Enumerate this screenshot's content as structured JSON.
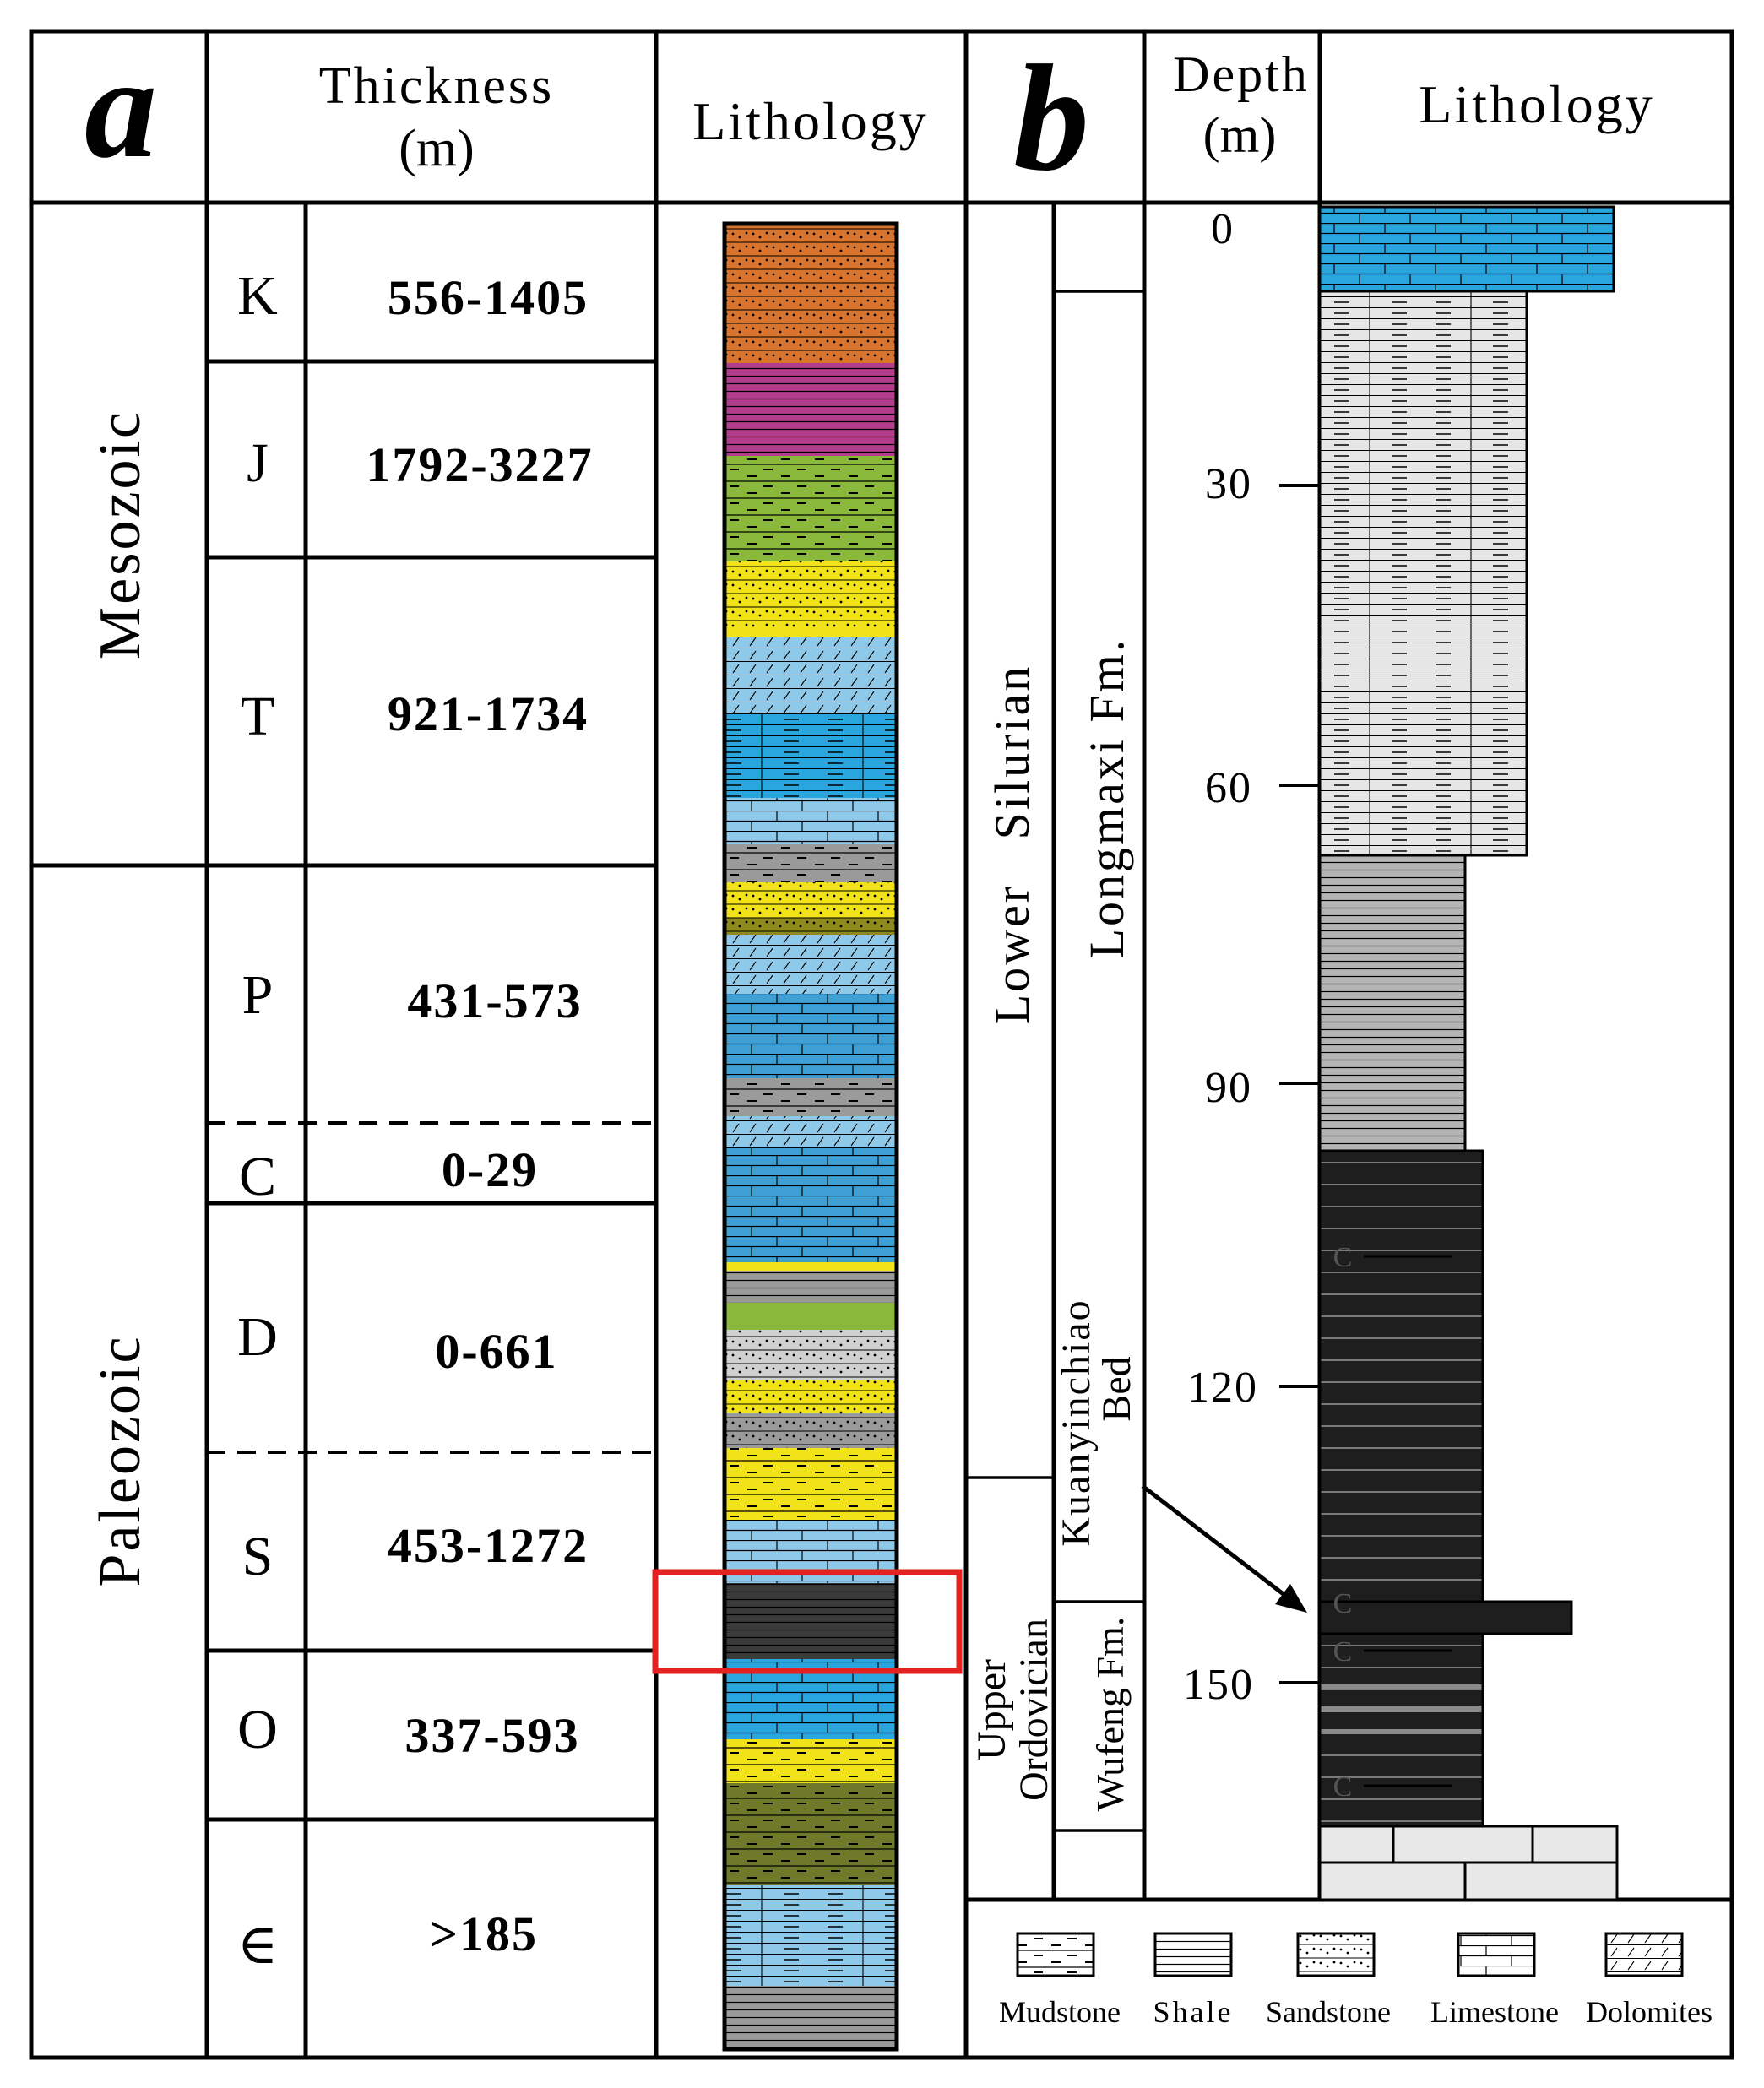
{
  "panel_a": {
    "letter": "a",
    "header_thickness_line1": "Thickness",
    "header_thickness_line2": "(m)",
    "header_lithology": "Lithology",
    "eras": [
      {
        "key": "mesozoic",
        "label": "Mesozoic"
      },
      {
        "key": "paleozoic",
        "label": "Paleozoic"
      }
    ],
    "periods": [
      {
        "code": "K",
        "thickness": "556-1405"
      },
      {
        "code": "J",
        "thickness": "1792-3227"
      },
      {
        "code": "T",
        "thickness": "921-1734"
      },
      {
        "code": "P",
        "thickness": "431-573"
      },
      {
        "code": "C",
        "thickness": "0-29"
      },
      {
        "code": "D",
        "thickness": "0-661"
      },
      {
        "code": "S",
        "thickness": "453-1272"
      },
      {
        "code": "O",
        "thickness": "337-593"
      },
      {
        "code": "∈",
        "thickness": ">185"
      }
    ],
    "highlight_color": "#e52222"
  },
  "panel_b": {
    "letter": "b",
    "header_depth_line1": "Depth",
    "header_depth_line2": "(m)",
    "header_lithology": "Lithology",
    "series": [
      {
        "key": "lower-silurian",
        "label": "Lower   Silurian"
      },
      {
        "key": "upper-ordovician",
        "line1": "Upper",
        "line2": "Ordovician"
      }
    ],
    "formations": [
      {
        "key": "longmaxi",
        "label": "Longmaxi Fm."
      },
      {
        "key": "kuanyinchiao",
        "line1": "Kuanyinchiao",
        "line2": "Bed"
      },
      {
        "key": "wufeng",
        "label": "Wufeng Fm."
      }
    ],
    "depth_ticks": [
      "0",
      "30",
      "60",
      "90",
      "120",
      "150"
    ],
    "c_markers": [
      "C",
      "C",
      "C",
      "C"
    ]
  },
  "legend": [
    {
      "key": "mudstone",
      "label": "Mudstone"
    },
    {
      "key": "shale",
      "label": "Shale"
    },
    {
      "key": "sandstone",
      "label": "Sandstone"
    },
    {
      "key": "limestone",
      "label": "Limestone"
    },
    {
      "key": "dolomites",
      "label": "Dolomites"
    }
  ],
  "colors": {
    "orange": "#d9742e",
    "magenta": "#b43c8c",
    "green": "#8ab83a",
    "yellow": "#f2e21a",
    "blue": "#2aa6de",
    "light_blue": "#8fc9ea",
    "gray": "#9a9a9a",
    "light_gray": "#e6e6e6",
    "olive": "#6e7a2a",
    "dark": "#222222"
  }
}
